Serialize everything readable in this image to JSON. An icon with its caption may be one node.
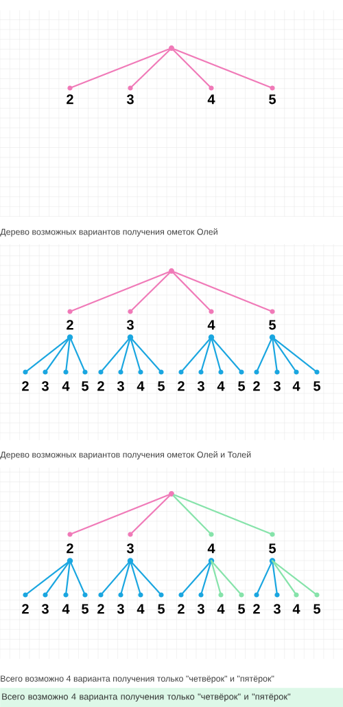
{
  "diagram": {
    "nodes": [
      {
        "text": [],
        "shape": "circle"
      },
      {
        "text": [
          "2"
        ]
      },
      {
        "text": [
          "3"
        ]
      },
      {
        "text": [
          "4"
        ]
      },
      {
        "text": [
          "5"
        ]
      },
      {
        "text": [],
        "shape": "circle"
      },
      {
        "text": [
          "2"
        ]
      },
      {
        "text": [
          "3"
        ]
      },
      {
        "text": [
          "4"
        ]
      },
      {
        "text": [
          "5"
        ]
      },
      {
        "text": [
          "2"
        ]
      },
      {
        "text": [
          "3"
        ]
      },
      {
        "text": [
          "4"
        ]
      },
      {
        "text": [
          "5"
        ]
      },
      {
        "text": [
          "2"
        ]
      },
      {
        "text": [
          "3"
        ]
      },
      {
        "text": [
          "4"
        ]
      },
      {
        "text": [
          "5"
        ]
      },
      {
        "text": [
          "2"
        ]
      },
      {
        "text": [
          "3"
        ]
      },
      {
        "text": [
          "4"
        ]
      },
      {
        "text": [
          "5"
        ]
      },
      {
        "text": [
          "2"
        ]
      },
      {
        "text": [
          "3"
        ]
      },
      {
        "text": [
          "4"
        ]
      },
      {
        "text": [
          "5"
        ]
      },
      {
        "text": [],
        "shape": "circle"
      },
      {
        "text": [
          "2"
        ]
      },
      {
        "text": [
          "3"
        ]
      },
      {
        "text": [
          "4"
        ]
      },
      {
        "text": [
          "5"
        ]
      },
      {
        "text": [
          "2"
        ]
      },
      {
        "text": [
          "3"
        ]
      },
      {
        "text": [
          "4"
        ]
      },
      {
        "text": [
          "5"
        ]
      },
      {
        "text": [
          "2"
        ]
      },
      {
        "text": [
          "3"
        ]
      },
      {
        "text": [
          "4"
        ]
      },
      {
        "text": [
          "5"
        ]
      },
      {
        "text": [
          "2"
        ]
      },
      {
        "text": [
          "3"
        ]
      },
      {
        "text": [
          "4"
        ]
      },
      {
        "text": [
          "5"
        ]
      },
      {
        "text": [
          "2"
        ]
      },
      {
        "text": [
          "3"
        ]
      },
      {
        "text": [
          "4"
        ]
      },
      {
        "text": [
          "5"
        ]
      },
      {
        "text": [
          "Всего возможно 4 варианта получения только \"четвёрок\" и \"пятёрок\""
        ]
      }
    ],
    "edges": [
      {
        "from": 0,
        "to": 1,
        "arrow": "none",
        "color": "#f07ab8"
      },
      {
        "from": 0,
        "to": 2,
        "arrow": "none",
        "color": "#f07ab8"
      },
      {
        "from": 0,
        "to": 3,
        "arrow": "none",
        "color": "#f07ab8"
      },
      {
        "from": 0,
        "to": 4,
        "arrow": "none",
        "color": "#f07ab8"
      },
      {
        "from": 5,
        "to": 6,
        "arrow": "none",
        "color": "#f07ab8"
      },
      {
        "from": 5,
        "to": 7,
        "arrow": "none",
        "color": "#f07ab8"
      },
      {
        "from": 5,
        "to": 8,
        "arrow": "none",
        "color": "#f07ab8"
      },
      {
        "from": 5,
        "to": 9,
        "arrow": "none",
        "color": "#f07ab8"
      },
      {
        "from": 6,
        "to": 10,
        "arrow": "none"
      },
      {
        "from": 6,
        "to": 11,
        "arrow": "none"
      },
      {
        "from": 6,
        "to": 12,
        "arrow": "none"
      },
      {
        "from": 6,
        "to": 13,
        "arrow": "none"
      },
      {
        "from": 7,
        "to": 14,
        "arrow": "none"
      },
      {
        "from": 7,
        "to": 15,
        "arrow": "none"
      },
      {
        "from": 7,
        "to": 16,
        "arrow": "none"
      },
      {
        "from": 7,
        "to": 17,
        "arrow": "none"
      },
      {
        "from": 8,
        "to": 18,
        "arrow": "none"
      },
      {
        "from": 8,
        "to": 19,
        "arrow": "none"
      },
      {
        "from": 8,
        "to": 20,
        "arrow": "none"
      },
      {
        "from": 8,
        "to": 21,
        "arrow": "none"
      },
      {
        "from": 9,
        "to": 22,
        "arrow": "none"
      },
      {
        "from": 9,
        "to": 23,
        "arrow": "none"
      },
      {
        "from": 9,
        "to": 24,
        "arrow": "none"
      },
      {
        "from": 9,
        "to": 25,
        "arrow": "none"
      },
      {
        "from": 26,
        "to": 27,
        "arrow": "none",
        "color": "#f07ab8"
      },
      {
        "from": 26,
        "to": 28,
        "arrow": "none",
        "color": "#f07ab8"
      },
      {
        "from": 26,
        "to": 29,
        "arrow": "none",
        "color": "#86e3aa"
      },
      {
        "from": 26,
        "to": 30,
        "arrow": "none",
        "color": "#86e3aa"
      },
      {
        "from": 27,
        "to": 31,
        "arrow": "none"
      },
      {
        "from": 27,
        "to": 32,
        "arrow": "none"
      },
      {
        "from": 27,
        "to": 33,
        "arrow": "none"
      },
      {
        "from": 27,
        "to": 34,
        "arrow": "none"
      },
      {
        "from": 28,
        "to": 35,
        "arrow": "none"
      },
      {
        "from": 28,
        "to": 36,
        "arrow": "none"
      },
      {
        "from": 28,
        "to": 37,
        "arrow": "none"
      },
      {
        "from": 28,
        "to": 38,
        "arrow": "none"
      },
      {
        "from": 29,
        "to": 39,
        "arrow": "none"
      },
      {
        "from": 29,
        "to": 40,
        "arrow": "none"
      },
      {
        "from": 29,
        "to": 41,
        "arrow": "none",
        "color": "#86e3aa"
      },
      {
        "from": 29,
        "to": 42,
        "arrow": "none",
        "color": "#86e3aa"
      },
      {
        "from": 30,
        "to": 43,
        "arrow": "none"
      },
      {
        "from": 30,
        "to": 44,
        "arrow": "none"
      },
      {
        "from": 30,
        "to": 45,
        "arrow": "none",
        "color": "#86e3aa"
      },
      {
        "from": 30,
        "to": 46,
        "arrow": "none",
        "color": "#86e3aa"
      }
    ],
    "labels": [
      "Дерево возможных вариантов получения ометок Олей",
      "Дерево возможных вариантов получения ометок Олей и Толей",
      "Всего возможно 4 варианта получения только \"четвёрок\" и \"пятёрок\""
    ]
  }
}
